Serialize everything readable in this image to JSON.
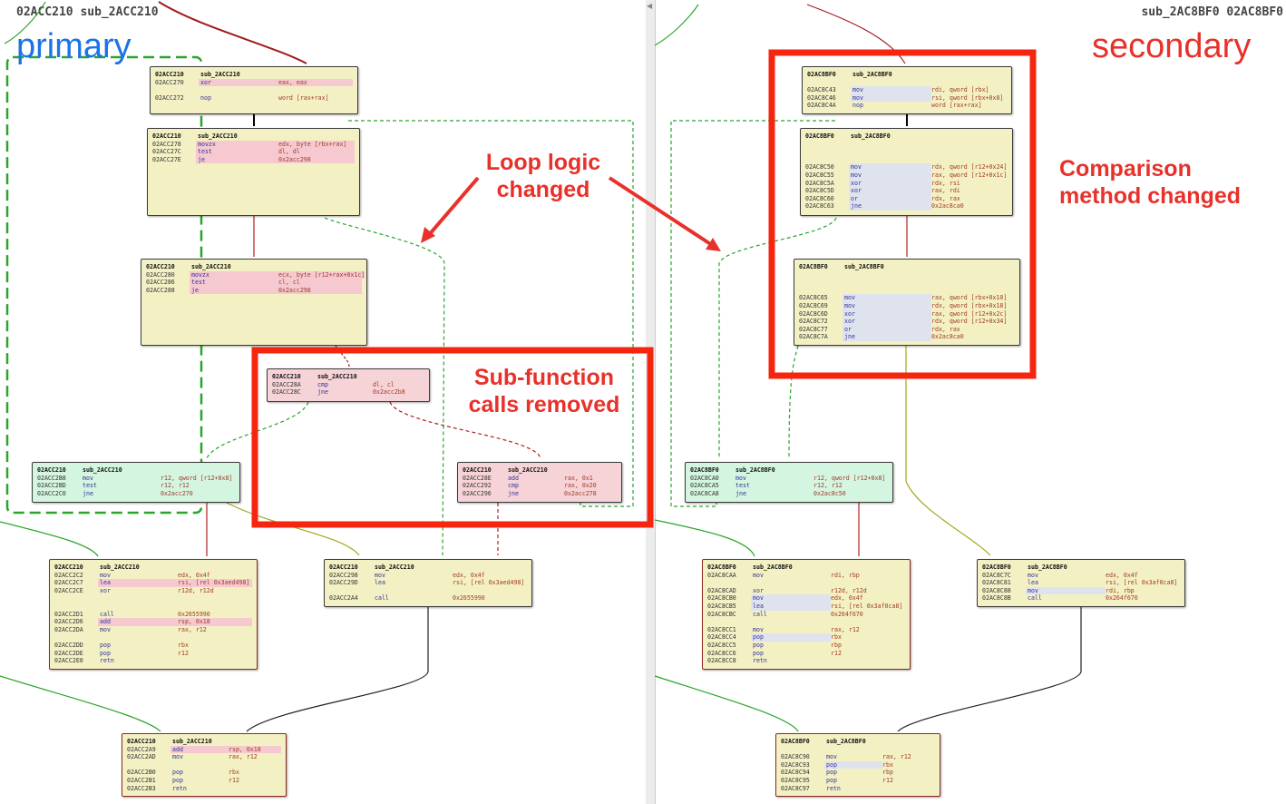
{
  "left": {
    "title": "02ACC210 sub_2ACC210",
    "label": "primary",
    "label_color": "#1a73e8",
    "blocks": [
      {
        "id": "L1",
        "style": "",
        "header": [
          "02ACC210",
          "sub_2ACC210"
        ],
        "lines": [
          [
            "02ACC270",
            "xor",
            "eax, eax",
            1
          ],
          [
            "",
            "",
            "",
            0
          ],
          [
            "02ACC272",
            "nop",
            "word [rax+rax]",
            0
          ]
        ]
      },
      {
        "id": "L2",
        "style": "",
        "header": [
          "02ACC210",
          "sub_2ACC210"
        ],
        "lines": [
          [
            "02ACC278",
            "movzx",
            "edx, byte [rbx+rax]",
            1
          ],
          [
            "02ACC27C",
            "test",
            "dl, dl",
            1
          ],
          [
            "02ACC27E",
            "je",
            "0x2acc298",
            1
          ]
        ]
      },
      {
        "id": "L3",
        "style": "",
        "header": [
          "02ACC210",
          "sub_2ACC210"
        ],
        "lines": [
          [
            "02ACC280",
            "movzx",
            "ecx, byte [r12+rax+0x1c]",
            1
          ],
          [
            "02ACC286",
            "test",
            "cl, cl",
            1
          ],
          [
            "02ACC288",
            "je",
            "0x2acc298",
            1
          ]
        ]
      },
      {
        "id": "L4",
        "style": "pink",
        "header": [
          "02ACC210",
          "sub_2ACC210"
        ],
        "lines": [
          [
            "02ACC28A",
            "cmp",
            "dl, cl",
            0
          ],
          [
            "02ACC28C",
            "jne",
            "0x2acc2b8",
            0
          ]
        ]
      },
      {
        "id": "L5",
        "style": "green",
        "header": [
          "02ACC210",
          "sub_2ACC210"
        ],
        "lines": [
          [
            "02ACC2B8",
            "mov",
            "r12, qword [r12+0x8]",
            0
          ],
          [
            "02ACC2BD",
            "test",
            "r12, r12",
            0
          ],
          [
            "02ACC2C0",
            "jne",
            "0x2acc270",
            0
          ]
        ]
      },
      {
        "id": "L6",
        "style": "pink",
        "header": [
          "02ACC210",
          "sub_2ACC210"
        ],
        "lines": [
          [
            "02ACC28E",
            "add",
            "rax, 0x1",
            0
          ],
          [
            "02ACC292",
            "cmp",
            "rax, 0x20",
            0
          ],
          [
            "02ACC296",
            "jne",
            "0x2acc278",
            0
          ]
        ]
      },
      {
        "id": "L7",
        "style": "redb",
        "header": [
          "02ACC210",
          "sub_2ACC210"
        ],
        "lines": [
          [
            "02ACC2C2",
            "mov",
            "edx, 0x4f",
            0
          ],
          [
            "02ACC2C7",
            "lea",
            "rsi, [rel 0x3aed498]",
            1
          ],
          [
            "02ACC2CE",
            "xor",
            "r12d, r12d",
            0
          ],
          [
            "",
            "",
            "",
            0
          ],
          [
            "",
            "",
            "",
            0
          ],
          [
            "02ACC2D1",
            "call",
            "0x2655990",
            0
          ],
          [
            "02ACC2D6",
            "add",
            "rsp, 0x18",
            1
          ],
          [
            "02ACC2DA",
            "mov",
            "rax, r12",
            0
          ],
          [
            "",
            "",
            "",
            0
          ],
          [
            "02ACC2DD",
            "pop",
            "rbx",
            0
          ],
          [
            "02ACC2DE",
            "pop",
            "r12",
            0
          ],
          [
            "02ACC2E0",
            "retn",
            "",
            0
          ]
        ]
      },
      {
        "id": "L8",
        "style": "",
        "header": [
          "02ACC210",
          "sub_2ACC210"
        ],
        "lines": [
          [
            "02ACC298",
            "mov",
            "edx, 0x4f",
            0
          ],
          [
            "02ACC29D",
            "lea",
            "rsi, [rel 0x3aed498]",
            0
          ],
          [
            "",
            "",
            "",
            0
          ],
          [
            "02ACC2A4",
            "call",
            "0x2655990",
            0
          ]
        ]
      },
      {
        "id": "L9",
        "style": "redb",
        "header": [
          "02ACC210",
          "sub_2ACC210"
        ],
        "lines": [
          [
            "02ACC2A9",
            "add",
            "rsp, 0x18",
            1
          ],
          [
            "02ACC2AD",
            "mov",
            "rax, r12",
            0
          ],
          [
            "",
            "",
            "",
            0
          ],
          [
            "02ACC2B0",
            "pop",
            "rbx",
            0
          ],
          [
            "02ACC2B1",
            "pop",
            "r12",
            0
          ],
          [
            "02ACC2B3",
            "retn",
            "",
            0
          ]
        ]
      }
    ]
  },
  "right": {
    "title": "sub_2AC8BF0 02AC8BF0",
    "label": "secondary",
    "label_color": "#e8312a",
    "blocks": [
      {
        "id": "R1",
        "style": "",
        "header": [
          "02AC8BF0",
          "sub_2AC8BF0"
        ],
        "lines": [
          [
            "",
            "",
            "",
            0
          ],
          [
            "02AC8C43",
            "mov",
            "rdi, qword [rbx]",
            1
          ],
          [
            "02AC8C46",
            "mov",
            "rsi, qword [rbx+0x8]",
            1
          ],
          [
            "02AC8C4A",
            "nop",
            "word [rax+rax]",
            0
          ]
        ]
      },
      {
        "id": "R2",
        "style": "",
        "header": [
          "02AC8BF0",
          "sub_2AC8BF0"
        ],
        "lines": [
          [
            "",
            "",
            "",
            0
          ],
          [
            "",
            "",
            "",
            0
          ],
          [
            "",
            "",
            "",
            0
          ],
          [
            "02AC8C50",
            "mov",
            "rdx, qword [r12+0x24]",
            1
          ],
          [
            "02AC8C55",
            "mov",
            "rax, qword [r12+0x1c]",
            1
          ],
          [
            "02AC8C5A",
            "xor",
            "rdx, rsi",
            1
          ],
          [
            "02AC8C5D",
            "xor",
            "rax, rdi",
            1
          ],
          [
            "02AC8C60",
            "or",
            "rdx, rax",
            1
          ],
          [
            "02AC8C63",
            "jne",
            "0x2ac8ca0",
            1
          ]
        ]
      },
      {
        "id": "R3",
        "style": "",
        "header": [
          "02AC8BF0",
          "sub_2AC8BF0"
        ],
        "lines": [
          [
            "",
            "",
            "",
            0
          ],
          [
            "",
            "",
            "",
            0
          ],
          [
            "",
            "",
            "",
            0
          ],
          [
            "02AC8C65",
            "mov",
            "rax, qword [rbx+0x10]",
            1
          ],
          [
            "02AC8C69",
            "mov",
            "rdx, qword [rbx+0x18]",
            1
          ],
          [
            "02AC8C6D",
            "xor",
            "rax, qword [r12+0x2c]",
            1
          ],
          [
            "02AC8C72",
            "xor",
            "rdx, qword [r12+0x34]",
            1
          ],
          [
            "02AC8C77",
            "or",
            "rdx, rax",
            1
          ],
          [
            "02AC8C7A",
            "jne",
            "0x2ac8ca0",
            1
          ]
        ]
      },
      {
        "id": "R4",
        "style": "green",
        "header": [
          "02AC8BF0",
          "sub_2AC8BF0"
        ],
        "lines": [
          [
            "02AC8CA0",
            "mov",
            "r12, qword [r12+0x8]",
            0
          ],
          [
            "02AC8CA5",
            "test",
            "r12, r12",
            0
          ],
          [
            "02AC8CA8",
            "jne",
            "0x2ac8c50",
            0
          ]
        ]
      },
      {
        "id": "R5",
        "style": "redb",
        "header": [
          "02AC8BF0",
          "sub_2AC8BF0"
        ],
        "lines": [
          [
            "02AC8CAA",
            "mov",
            "rdi, rbp",
            0
          ],
          [
            "",
            "",
            "",
            0
          ],
          [
            "02AC8CAD",
            "xor",
            "r12d, r12d",
            0
          ],
          [
            "02AC8CB0",
            "mov",
            "edx, 0x4f",
            1
          ],
          [
            "02AC8CB5",
            "lea",
            "rsi, [rel 0x3af0ca8]",
            1
          ],
          [
            "02AC8CBC",
            "call",
            "0x264f670",
            0
          ],
          [
            "",
            "",
            "",
            0
          ],
          [
            "02AC8CC1",
            "mov",
            "rax, r12",
            0
          ],
          [
            "02AC8CC4",
            "pop",
            "rbx",
            1
          ],
          [
            "02AC8CC5",
            "pop",
            "rbp",
            0
          ],
          [
            "02AC8CC6",
            "pop",
            "r12",
            0
          ],
          [
            "02AC8CC8",
            "retn",
            "",
            0
          ]
        ]
      },
      {
        "id": "R6",
        "style": "",
        "header": [
          "02AC8BF0",
          "sub_2AC8BF0"
        ],
        "lines": [
          [
            "02AC8C7C",
            "mov",
            "edx, 0x4f",
            0
          ],
          [
            "02AC8C81",
            "lea",
            "rsi, [rel 0x3af0ca8]",
            0
          ],
          [
            "02AC8C88",
            "mov",
            "rdi, rbp",
            1
          ],
          [
            "02AC8C8B",
            "call",
            "0x264f670",
            0
          ]
        ]
      },
      {
        "id": "R7",
        "style": "redb",
        "header": [
          "02AC8BF0",
          "sub_2AC8BF0"
        ],
        "lines": [
          [
            "",
            "",
            "",
            0
          ],
          [
            "02AC8C90",
            "mov",
            "rax, r12",
            0
          ],
          [
            "02AC8C93",
            "pop",
            "rbx",
            1
          ],
          [
            "02AC8C94",
            "pop",
            "rbp",
            0
          ],
          [
            "02AC8C95",
            "pop",
            "r12",
            0
          ],
          [
            "02AC8C97",
            "retn",
            "",
            0
          ]
        ]
      }
    ]
  },
  "annotations": {
    "loop": "Loop logic changed",
    "subfunc": "Sub-function calls removed",
    "comparison": "Comparison method changed",
    "color": "#e8312a"
  }
}
